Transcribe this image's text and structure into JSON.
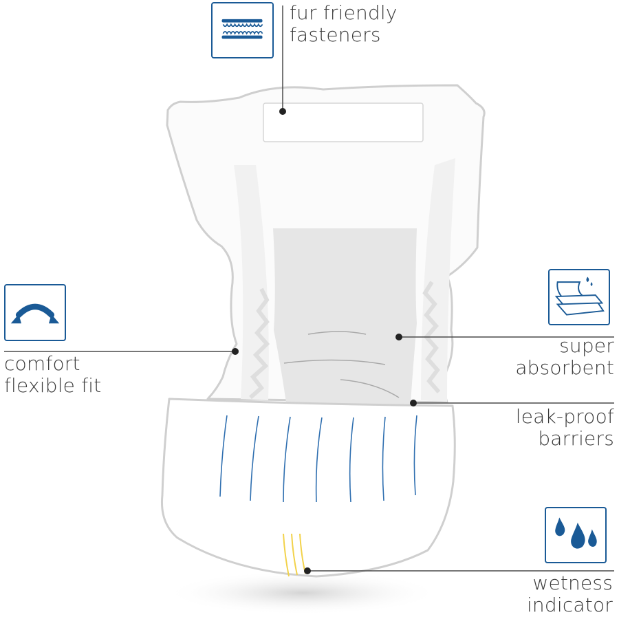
{
  "features": {
    "fasteners": {
      "line1": "fur friendly",
      "line2": "fasteners",
      "icon": "fastener-icon"
    },
    "comfort": {
      "line1": "comfort",
      "line2": "flexible fit",
      "icon": "flex-arrow-icon"
    },
    "absorbent": {
      "line1": "super",
      "line2": "absorbent",
      "icon": "absorbent-layers-icon"
    },
    "barriers": {
      "line1": "leak-proof",
      "line2": "barriers"
    },
    "wetness": {
      "line1": "wetness",
      "line2": "indicator",
      "icon": "water-drops-icon"
    }
  },
  "colors": {
    "icon_blue": "#1a5a96",
    "text": "#3a3a3a",
    "outline": "#c8c8c8",
    "pad_gray": "#e6e6e6",
    "stripe_blue": "#2f6fb0",
    "indicator_yellow": "#f2d24a"
  }
}
